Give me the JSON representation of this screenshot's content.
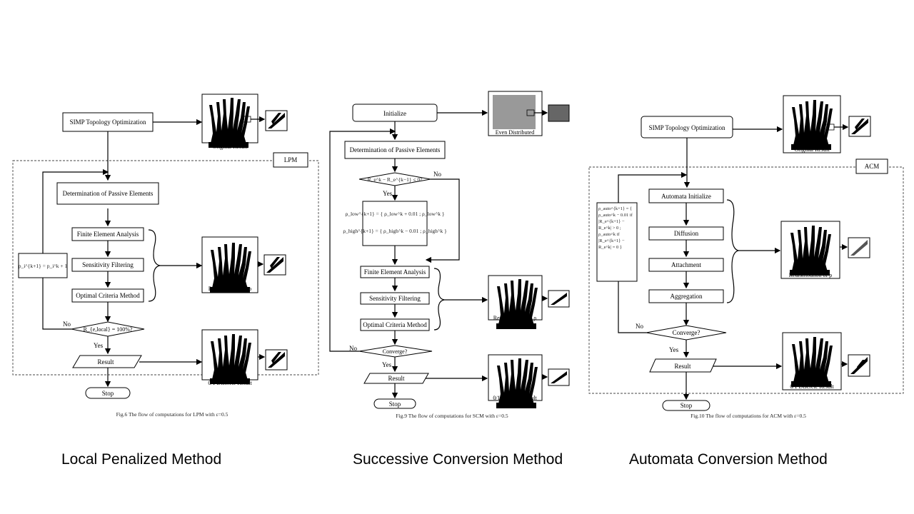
{
  "panels": {
    "lpm": {
      "simp": "SIMP Topology Optimization",
      "original": "Original Result",
      "tag": "LPM",
      "passive": "Determination of Passive Elements",
      "fea": "Finite Element Analysis",
      "sens": "Sensitivity Filtering",
      "oc": "Optimal Criteria Method",
      "update": "p_i^{k+1} = p_i^k + 1",
      "redistribution": "Redistribution of ρ",
      "no": "No",
      "cond": "R_{e,local} = 100%?",
      "yes": "Yes",
      "result": "Result",
      "discrete": "0/1 Discrete Result",
      "stop": "Stop",
      "caption": "Fig.6 The flow of computations for LPM with ε=0.5",
      "label": "Local Penalized Method"
    },
    "scm": {
      "init": "Initialize",
      "even": "Even Distributed",
      "passive": "Determination of Passive Elements",
      "cond1": "R_e^k − R_e^{k−1} ≤ 0?",
      "no1": "No",
      "yes1": "Yes",
      "eq1": "ρ_low^{k+1} = { ρ_low^k + 0.01 ; ρ_low^k }",
      "eq2": "ρ_high^{k+1} = { ρ_high^k − 0.01 ; ρ_high^k }",
      "fea": "Finite Element Analysis",
      "sens": "Sensitivity Filtering",
      "oc": "Optimal Criteria Method",
      "redistribution": "Redistribution of ρ",
      "no2": "No",
      "cond2": "Converge?",
      "yes2": "Yes",
      "result": "Result",
      "discrete": "0/1 Discrete Result",
      "stop": "Stop",
      "caption": "Fig.9 The flow of computations for SCM with ε=0.5",
      "label": "Successive Conversion Method"
    },
    "acm": {
      "simp": "SIMP Topology Optimization",
      "original": "Original Result",
      "tag": "ACM",
      "init": "Automata Initialize",
      "diff": "Diffusion",
      "attach": "Attachment",
      "aggr": "Aggregation",
      "update": "ρ_auto^{k+1} = { ρ_auto^k − 0.01 if |R_e^{k+1} − R_e^k| > 0 ; ρ_auto^k if |R_e^{k+1} − R_e^k| = 0 }",
      "redistribution": "Redistribution of ρ",
      "no": "No",
      "cond": "Converge?",
      "yes": "Yes",
      "result": "Result",
      "discrete": "0/1 Discrete Result",
      "stop": "Stop",
      "caption": "Fig.10 The flow of computations for ACM with ε=0.5",
      "label": "Automata Conversion Method"
    }
  },
  "colors": {
    "ink": "#000000",
    "gray_fill": "#999999",
    "dark_fill": "#666666"
  }
}
